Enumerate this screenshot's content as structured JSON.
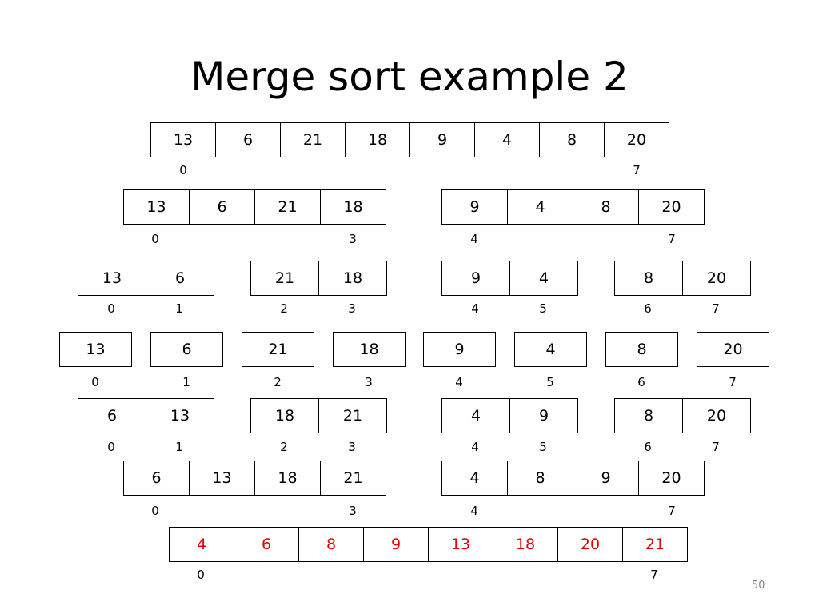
{
  "title": "Merge sort example 2",
  "page_number": "50",
  "colors": {
    "default": "#000000",
    "result": "#e00000"
  },
  "rows": [
    {
      "arrays": [
        {
          "cells": [
            "13",
            "6",
            "21",
            "18",
            "9",
            "4",
            "8",
            "20"
          ],
          "indices": [
            "0",
            "7"
          ]
        }
      ]
    },
    {
      "arrays": [
        {
          "cells": [
            "13",
            "6",
            "21",
            "18"
          ],
          "indices": [
            "0",
            "3"
          ]
        },
        {
          "cells": [
            "9",
            "4",
            "8",
            "20"
          ],
          "indices": [
            "4",
            "7"
          ]
        }
      ]
    },
    {
      "arrays": [
        {
          "cells": [
            "13",
            "6"
          ],
          "indices": [
            "0",
            "1"
          ]
        },
        {
          "cells": [
            "21",
            "18"
          ],
          "indices": [
            "2",
            "3"
          ]
        },
        {
          "cells": [
            "9",
            "4"
          ],
          "indices": [
            "4",
            "5"
          ]
        },
        {
          "cells": [
            "8",
            "20"
          ],
          "indices": [
            "6",
            "7"
          ]
        }
      ]
    },
    {
      "arrays": [
        {
          "cells": [
            "13"
          ],
          "indices": [
            "0"
          ]
        },
        {
          "cells": [
            "6"
          ],
          "indices": [
            "1"
          ]
        },
        {
          "cells": [
            "21"
          ],
          "indices": [
            "2"
          ]
        },
        {
          "cells": [
            "18"
          ],
          "indices": [
            "3"
          ]
        },
        {
          "cells": [
            "9"
          ],
          "indices": [
            "4"
          ]
        },
        {
          "cells": [
            "4"
          ],
          "indices": [
            "5"
          ]
        },
        {
          "cells": [
            "8"
          ],
          "indices": [
            "6"
          ]
        },
        {
          "cells": [
            "20"
          ],
          "indices": [
            "7"
          ]
        }
      ]
    },
    {
      "arrays": [
        {
          "cells": [
            "6",
            "13"
          ],
          "indices": [
            "0",
            "1"
          ]
        },
        {
          "cells": [
            "18",
            "21"
          ],
          "indices": [
            "2",
            "3"
          ]
        },
        {
          "cells": [
            "4",
            "9"
          ],
          "indices": [
            "4",
            "5"
          ]
        },
        {
          "cells": [
            "8",
            "20"
          ],
          "indices": [
            "6",
            "7"
          ]
        }
      ]
    },
    {
      "arrays": [
        {
          "cells": [
            "6",
            "13",
            "18",
            "21"
          ],
          "indices": [
            "0",
            "3"
          ]
        },
        {
          "cells": [
            "4",
            "8",
            "9",
            "20"
          ],
          "indices": [
            "4",
            "7"
          ]
        }
      ]
    },
    {
      "arrays": [
        {
          "cells": [
            "4",
            "6",
            "8",
            "9",
            "13",
            "18",
            "20",
            "21"
          ],
          "indices": [
            "0",
            "7"
          ],
          "highlight": true
        }
      ]
    }
  ]
}
